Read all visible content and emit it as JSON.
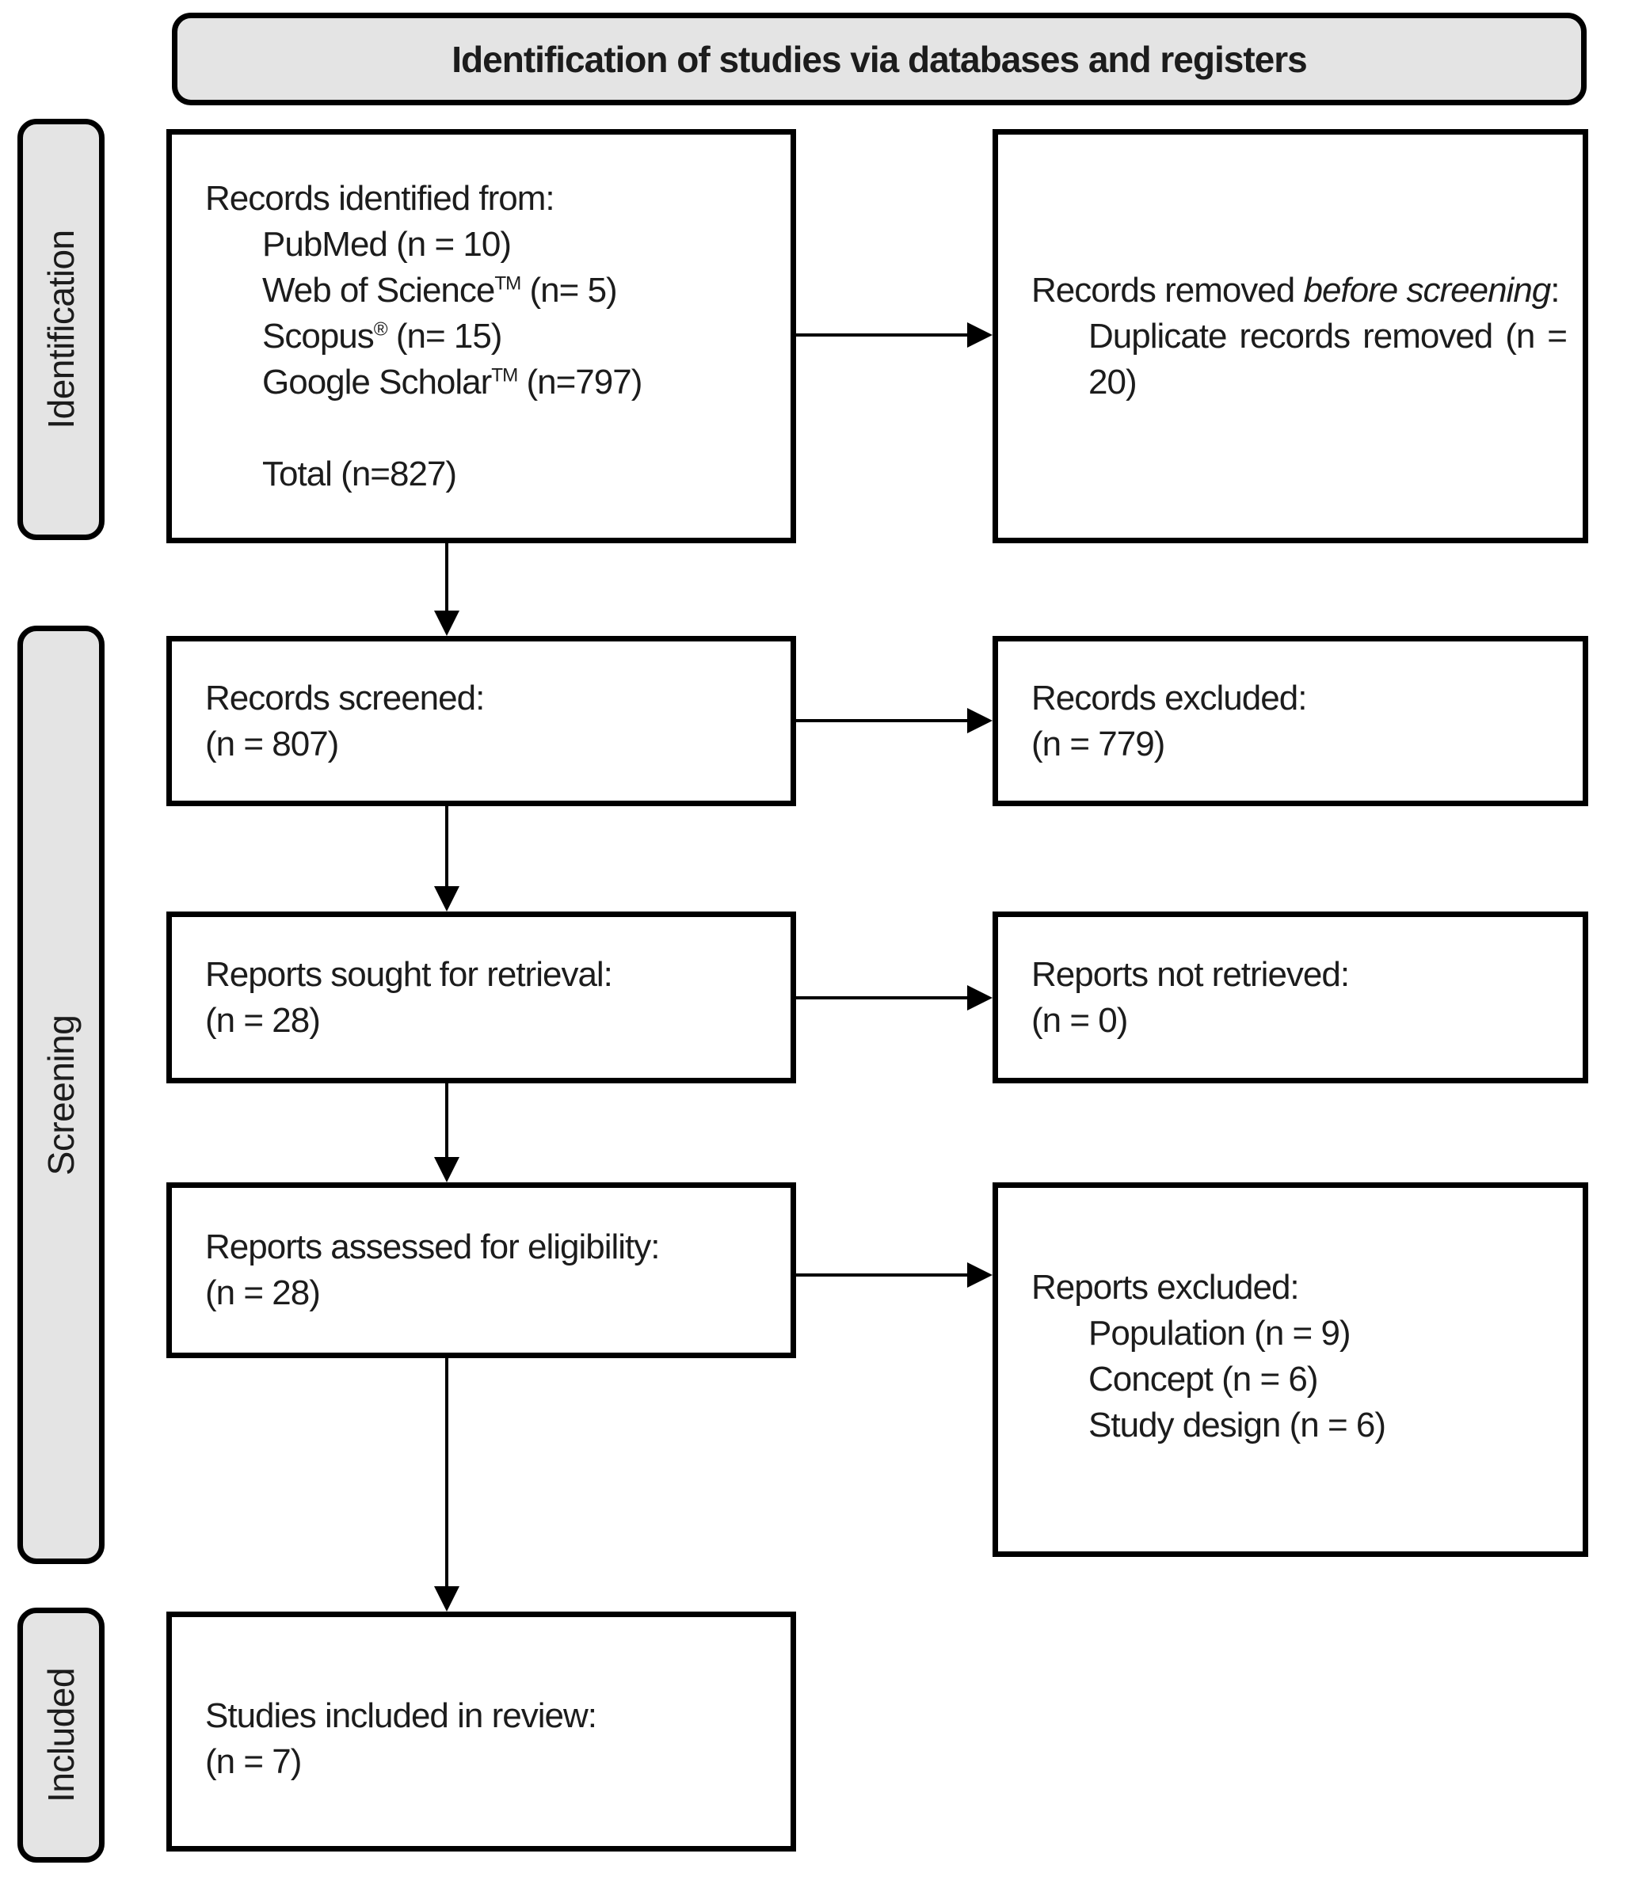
{
  "header": {
    "title": "Identification of studies via databases and registers"
  },
  "sidebar": {
    "identification": "Identification",
    "screening": "Screening",
    "included": "Included"
  },
  "boxes": {
    "records_identified": {
      "title": "Records identified from:",
      "sources": [
        {
          "pre": "PubMed",
          "sup": "",
          "post": " (n = 10)"
        },
        {
          "pre": "Web of Science",
          "sup": "TM",
          "post": " (n= 5)"
        },
        {
          "pre": "Scopus",
          "sup": "®",
          "post": " (n= 15)"
        },
        {
          "pre": "Google Scholar",
          "sup": "TM",
          "post": " (n=797)"
        }
      ],
      "total": "Total (n=827)"
    },
    "records_removed": {
      "title_pre": "Records removed ",
      "title_italic": "before screening",
      "title_post": ":",
      "detail": "Duplicate records removed (n = 20)"
    },
    "records_screened": {
      "line1": "Records screened:",
      "line2": "(n = 807)"
    },
    "records_excluded": {
      "line1": "Records excluded:",
      "line2": "(n = 779)"
    },
    "reports_sought": {
      "line1": "Reports sought for retrieval:",
      "line2": "(n = 28)"
    },
    "reports_not_retrieved": {
      "line1": "Reports not retrieved:",
      "line2": "(n = 0)"
    },
    "reports_assessed": {
      "line1": "Reports assessed for eligibility:",
      "line2": "(n = 28)"
    },
    "reports_excluded": {
      "title": "Reports excluded:",
      "reasons": [
        {
          "label": "Population (n = 9)"
        },
        {
          "label": "Concept (n = 6)"
        },
        {
          "label": "Study design (n = 6)"
        }
      ]
    },
    "studies_included": {
      "line1": "Studies included in review:",
      "line2": "(n = 7)"
    }
  },
  "colors": {
    "stage_fill": "#e4e4e4",
    "border": "#000000",
    "text": "#1c1c1c",
    "box_fill": "#ffffff"
  }
}
